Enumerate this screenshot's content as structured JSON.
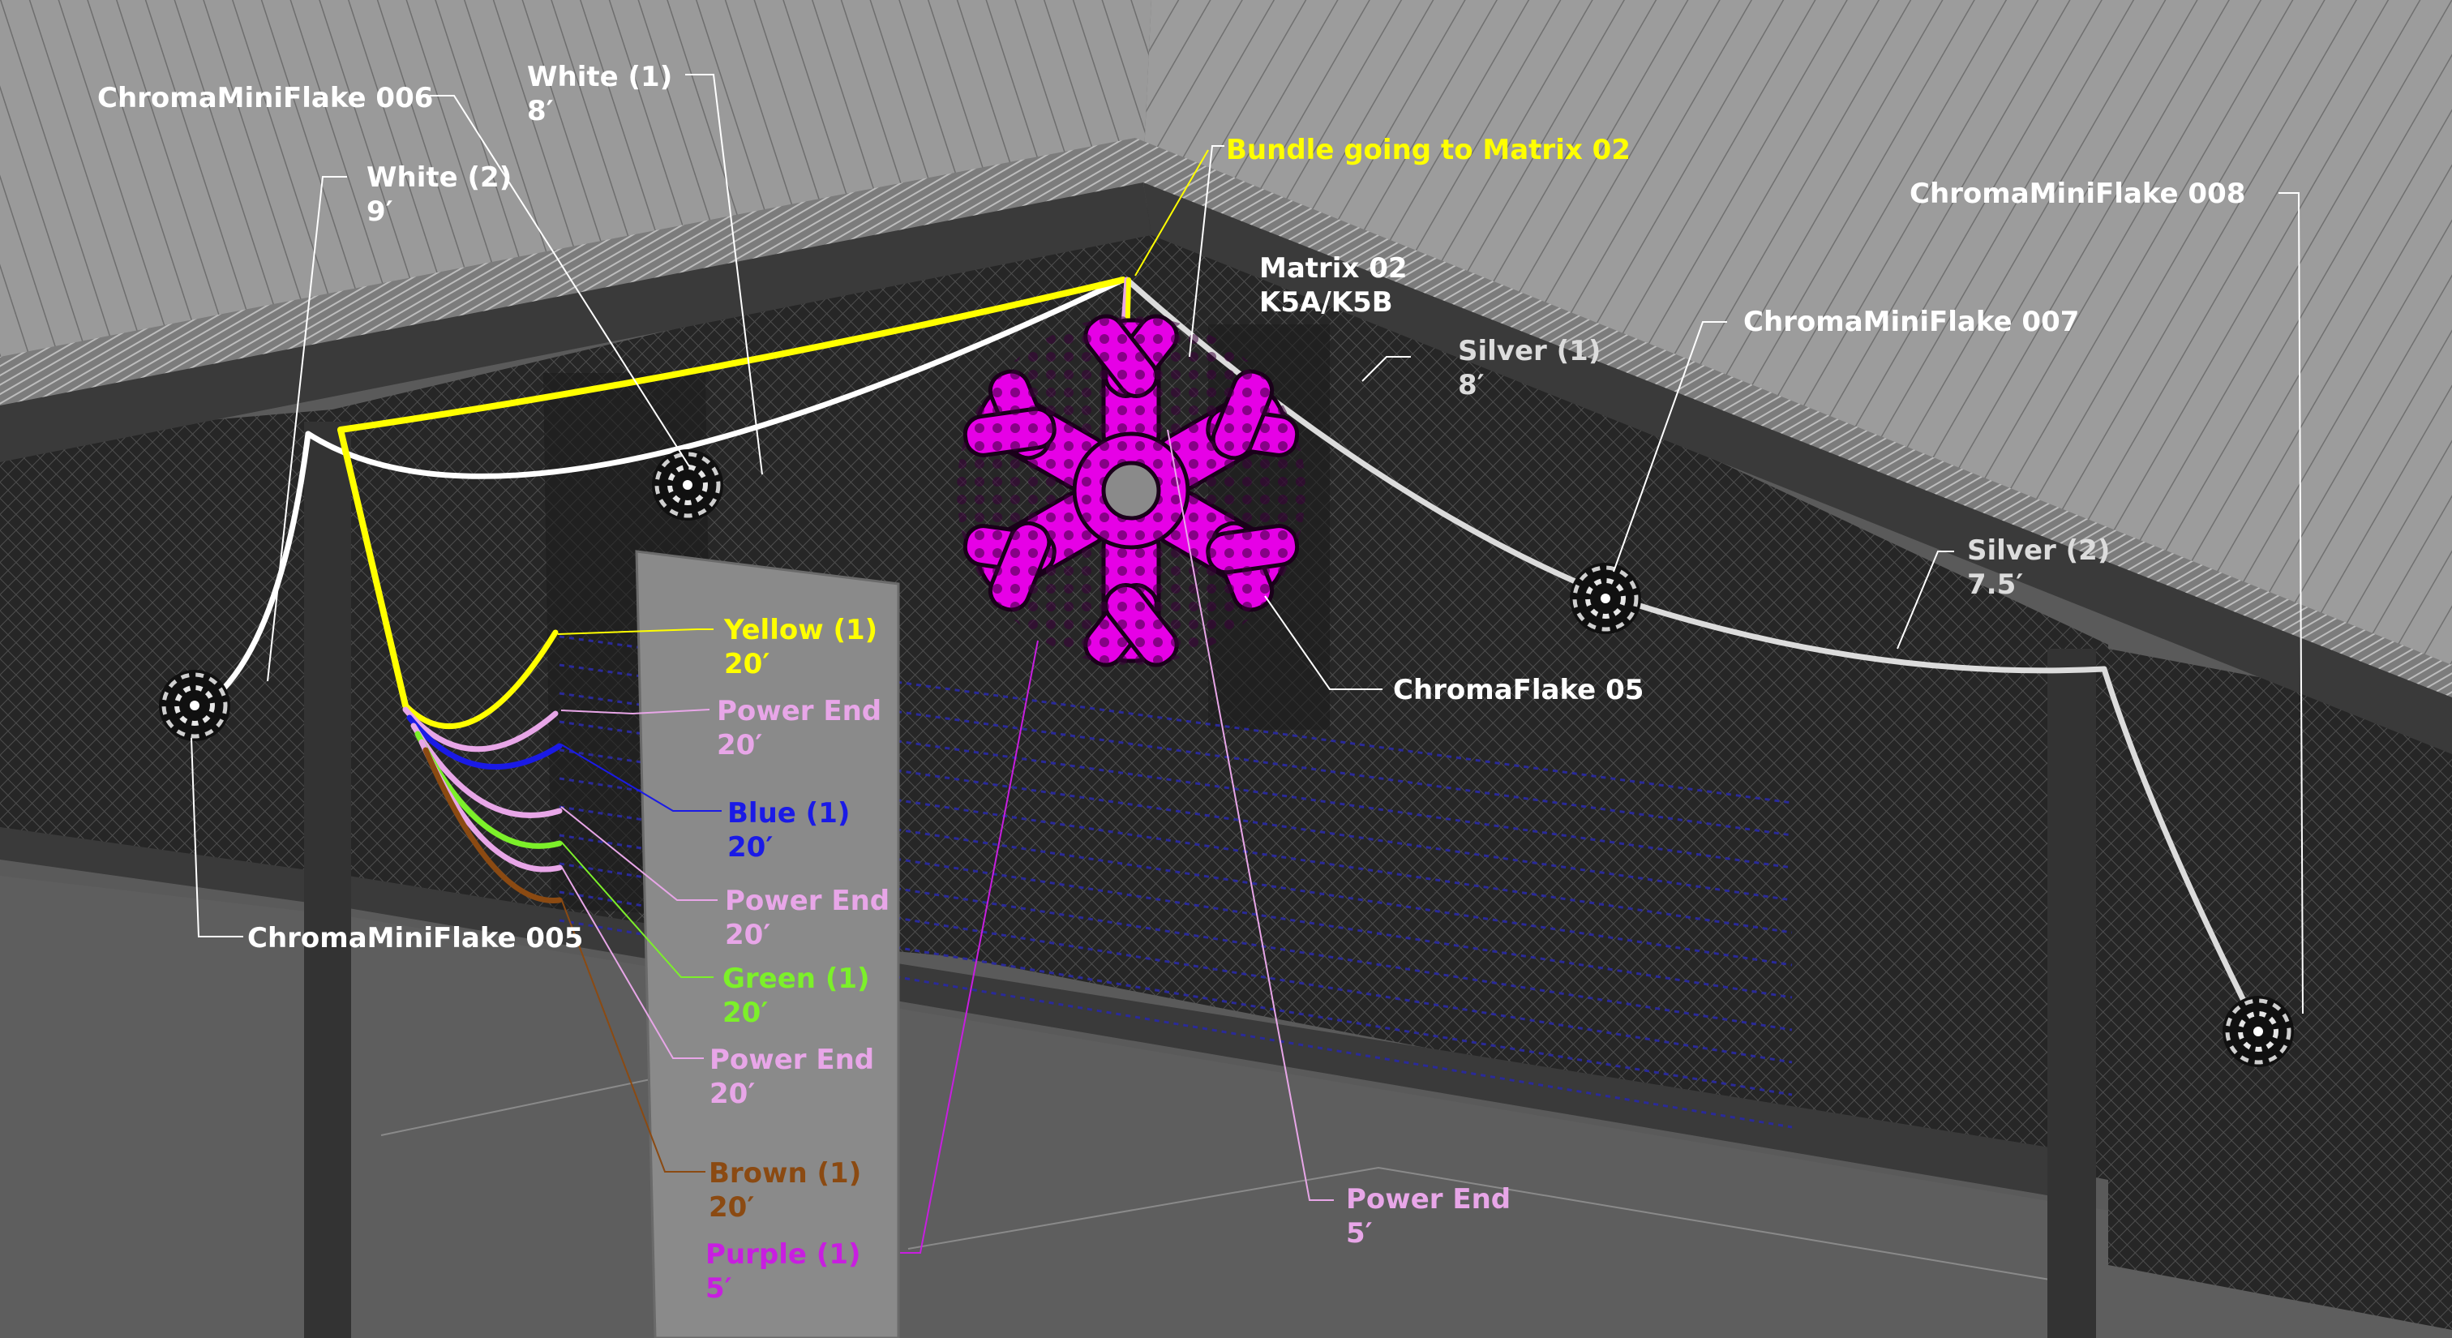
{
  "colors": {
    "white": "#ffffff",
    "yellow": "#ffff00",
    "pink": "#e8a6e8",
    "blue": "#1a1ae6",
    "green": "#7cf02a",
    "brown": "#8b4a12",
    "purple": "#c81ee0",
    "silver": "#dcdcdc",
    "flake": "#e600e6"
  },
  "labels": {
    "cmf006": "ChromaMiniFlake 006",
    "white1_name": "White (1)",
    "white1_len": "8′",
    "white2_name": "White (2)",
    "white2_len": "9′",
    "bundle": "Bundle going to Matrix 02",
    "matrix_name": "Matrix 02",
    "matrix_sub": "K5A/K5B",
    "cmf008": "ChromaMiniFlake 008",
    "cmf007": "ChromaMiniFlake 007",
    "silver1_name": "Silver (1)",
    "silver1_len": "8′",
    "silver2_name": "Silver (2)",
    "silver2_len": "7.5′",
    "chromaflake05": "ChromaFlake 05",
    "yellow1_name": "Yellow (1)",
    "yellow1_len": "20′",
    "pe1_name": "Power End",
    "pe1_len": "20′",
    "blue1_name": "Blue (1)",
    "blue1_len": "20′",
    "pe2_name": "Power End",
    "pe2_len": "20′",
    "green1_name": "Green (1)",
    "green1_len": "20′",
    "pe3_name": "Power End",
    "pe3_len": "20′",
    "brown1_name": "Brown (1)",
    "brown1_len": "20′",
    "purple1_name": "Purple (1)",
    "purple1_len": "5′",
    "pe4_name": "Power End",
    "pe4_len": "5′",
    "cmf005": "ChromaMiniFlake 005"
  }
}
